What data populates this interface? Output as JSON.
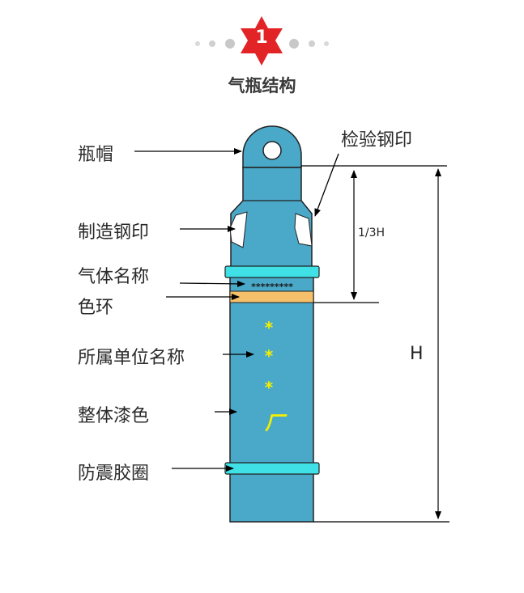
{
  "header": {
    "step_number": "1",
    "title": "气瓶结构"
  },
  "diagram": {
    "labels": {
      "cap": "瓶帽",
      "inspection_stamp": "检验钢印",
      "manufacture_stamp": "制造钢印",
      "gas_name": "气体名称",
      "color_ring": "色环",
      "owner_name": "所属单位名称",
      "overall_paint": "整体漆色",
      "shockproof_ring": "防震胶圈"
    },
    "dimension_third": "1/3H",
    "dimension_full": "H",
    "stars_text": "*********",
    "char_mark": "厂"
  },
  "colors": {
    "cylinder_body": "#4aa8c8",
    "rubber_ring": "#3fe0e6",
    "color_ring": "#f6c06a",
    "stamp_yellow": "#f5f000",
    "badge_red": "#e22426",
    "dot_gray": "#d0d0d0"
  }
}
